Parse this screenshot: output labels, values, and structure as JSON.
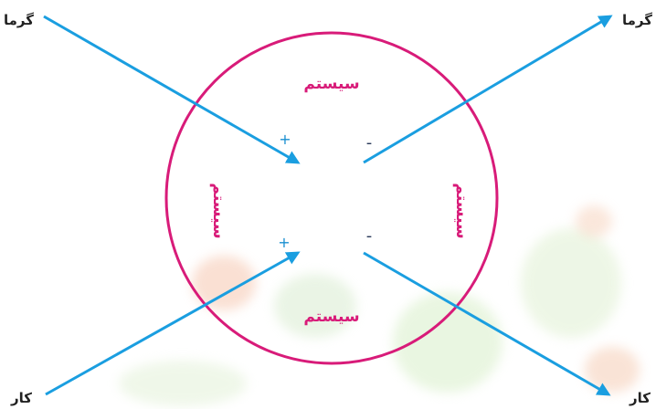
{
  "system_labels": {
    "top": "سیستم",
    "bottom": "سیستم",
    "left": "سیستم",
    "right": "سیستم"
  },
  "arrows": {
    "heat_in_label": "گرما",
    "heat_out_label": "گرما",
    "work_in_label": "کار",
    "work_out_label": "کار"
  },
  "signs": {
    "heat_in": "+",
    "work_in": "+",
    "heat_out": "-",
    "work_out": "-"
  },
  "colors": {
    "circle": "#d81b79",
    "arrow": "#1a9ee0",
    "system_text": "#d81b79",
    "sign_plus": "#1a8fd0",
    "sign_minus": "#2a3a5a",
    "label_text": "#222222"
  }
}
